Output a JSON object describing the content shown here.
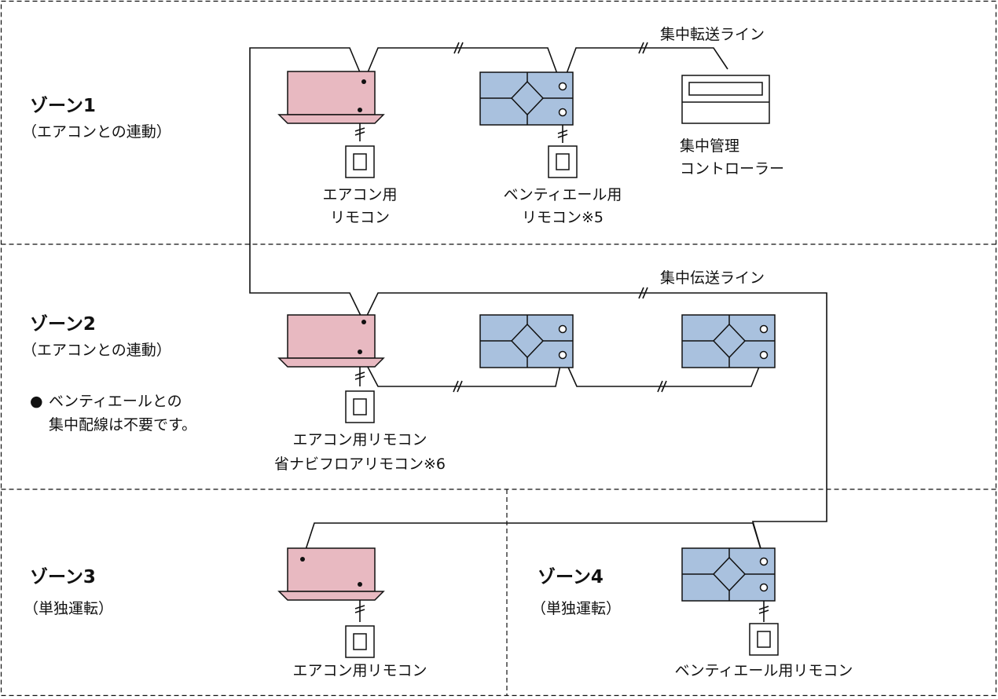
{
  "colors": {
    "aircon_fill": "#e8b9c1",
    "vent_fill": "#a9c1de",
    "line": "#111111"
  },
  "zones": [
    {
      "title": "ゾーン1",
      "subtitle": "（エアコンとの連動）"
    },
    {
      "title": "ゾーン2",
      "subtitle": "（エアコンとの連動）"
    },
    {
      "title": "ゾーン3",
      "subtitle": "（単独運転）"
    },
    {
      "title": "ゾーン4",
      "subtitle": "（単独運転）"
    }
  ],
  "zone2_note": {
    "bullet": "●",
    "line1": "ベンティエールとの",
    "line2": "集中配線は不要です。"
  },
  "labels": {
    "transfer_line": "集中転送ライン",
    "transmission_line": "集中伝送ライン",
    "central_controller_1": "集中管理",
    "central_controller_2": "コントローラー",
    "z1_aircon_remote_1": "エアコン用",
    "z1_aircon_remote_2": "リモコン",
    "z1_vent_remote_1": "ベンティエール用",
    "z1_vent_remote_2": "リモコン※5",
    "z2_remote_1": "エアコン用リモコン",
    "z2_remote_2": "省ナビフロアリモコン※6",
    "z3_remote": "エアコン用リモコン",
    "z4_remote": "ベンティエール用リモコン"
  },
  "icons": [
    "aircon-unit-icon",
    "ventilation-unit-icon",
    "remote-controller-icon",
    "central-controller-icon",
    "wire-break-icon"
  ]
}
